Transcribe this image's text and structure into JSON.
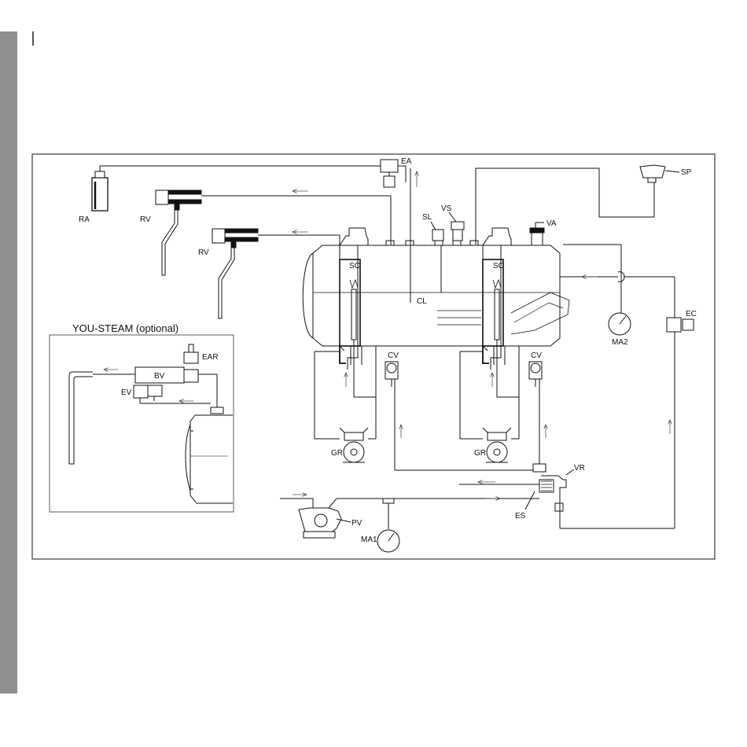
{
  "labels": {
    "ra": "RA",
    "rv1": "RV",
    "rv2": "RV",
    "ea": "EA",
    "sl": "SL",
    "vs": "VS",
    "va": "VA",
    "sp": "SP",
    "sc1": "SC",
    "sc2": "SC",
    "cl": "CL",
    "ma2": "MA2",
    "ec": "EC",
    "cv1": "CV",
    "cv2": "CV",
    "gr1": "GR",
    "gr2": "GR",
    "vr": "VR",
    "es": "ES",
    "pv": "PV",
    "ma1": "MA1",
    "ear": "EAR",
    "bv": "BV",
    "ev": "EV"
  },
  "you_steam": {
    "title": "YOU-STEAM (optional)"
  }
}
